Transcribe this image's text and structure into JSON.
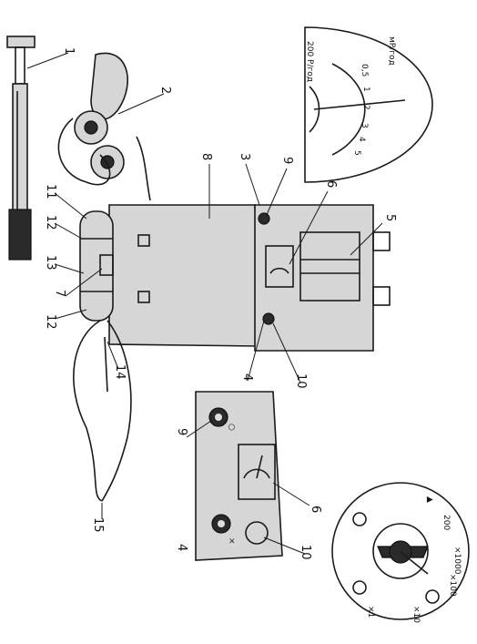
{
  "callouts": {
    "n1": "1",
    "n2": "2",
    "n3": "3",
    "n4a": "4",
    "n4b": "4",
    "n5": "5",
    "n6a": "6",
    "n6b": "6",
    "n7": "7",
    "n8": "8",
    "n9a": "9",
    "n9b": "9",
    "n10a": "10",
    "n10b": "10",
    "n11": "11",
    "n12a": "12",
    "n12b": "12",
    "n13": "13",
    "n14": "14",
    "n15": "15"
  },
  "dial_scale": {
    "top_label": "мР/год",
    "bottom_label": "200 Р/год",
    "ticks": [
      "0,5",
      "1",
      "2",
      "3",
      "4",
      "5"
    ]
  },
  "range_switch": {
    "labels": [
      "200",
      "×1000",
      "×100",
      "×10",
      "×1",
      "▲"
    ]
  },
  "panel": {
    "symbol_left": "○",
    "symbol_right": "×"
  },
  "colors": {
    "ink": "#1a1a1a",
    "fill": "#d6d6d6",
    "paper": "#ffffff"
  }
}
